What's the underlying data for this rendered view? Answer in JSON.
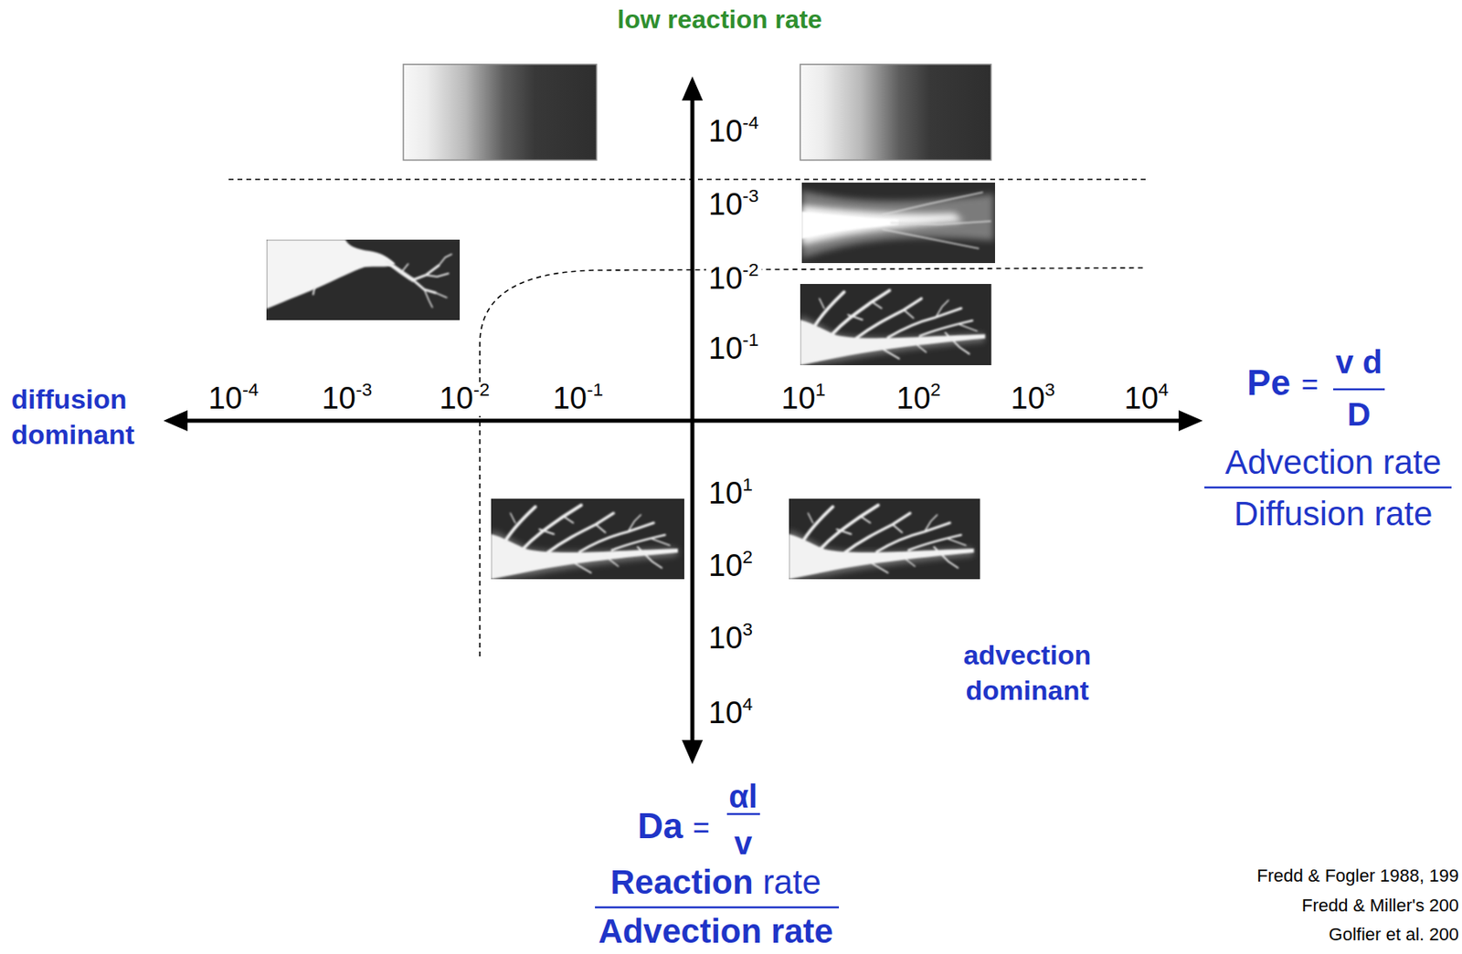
{
  "diagram": {
    "labels": [
      "low reaction rate",
      "10-4",
      "10-3",
      "10-2",
      "10-1",
      "diffusion dominant",
      "10-4",
      "10-3",
      "10-2",
      "10-1",
      "101",
      "102",
      "103",
      "104",
      "Pe",
      "=",
      "v d",
      "D",
      "Advection rate",
      "Diffusion rate",
      "101",
      "102",
      "103",
      "104",
      "advection dominant",
      "Da",
      "=",
      "αl",
      "v",
      "Fredd & Fogler 1988, 199",
      "Reaction",
      "rate",
      "Fredd & Miller's 200",
      "Advection rate",
      "Golfier et al. 200"
    ]
  }
}
